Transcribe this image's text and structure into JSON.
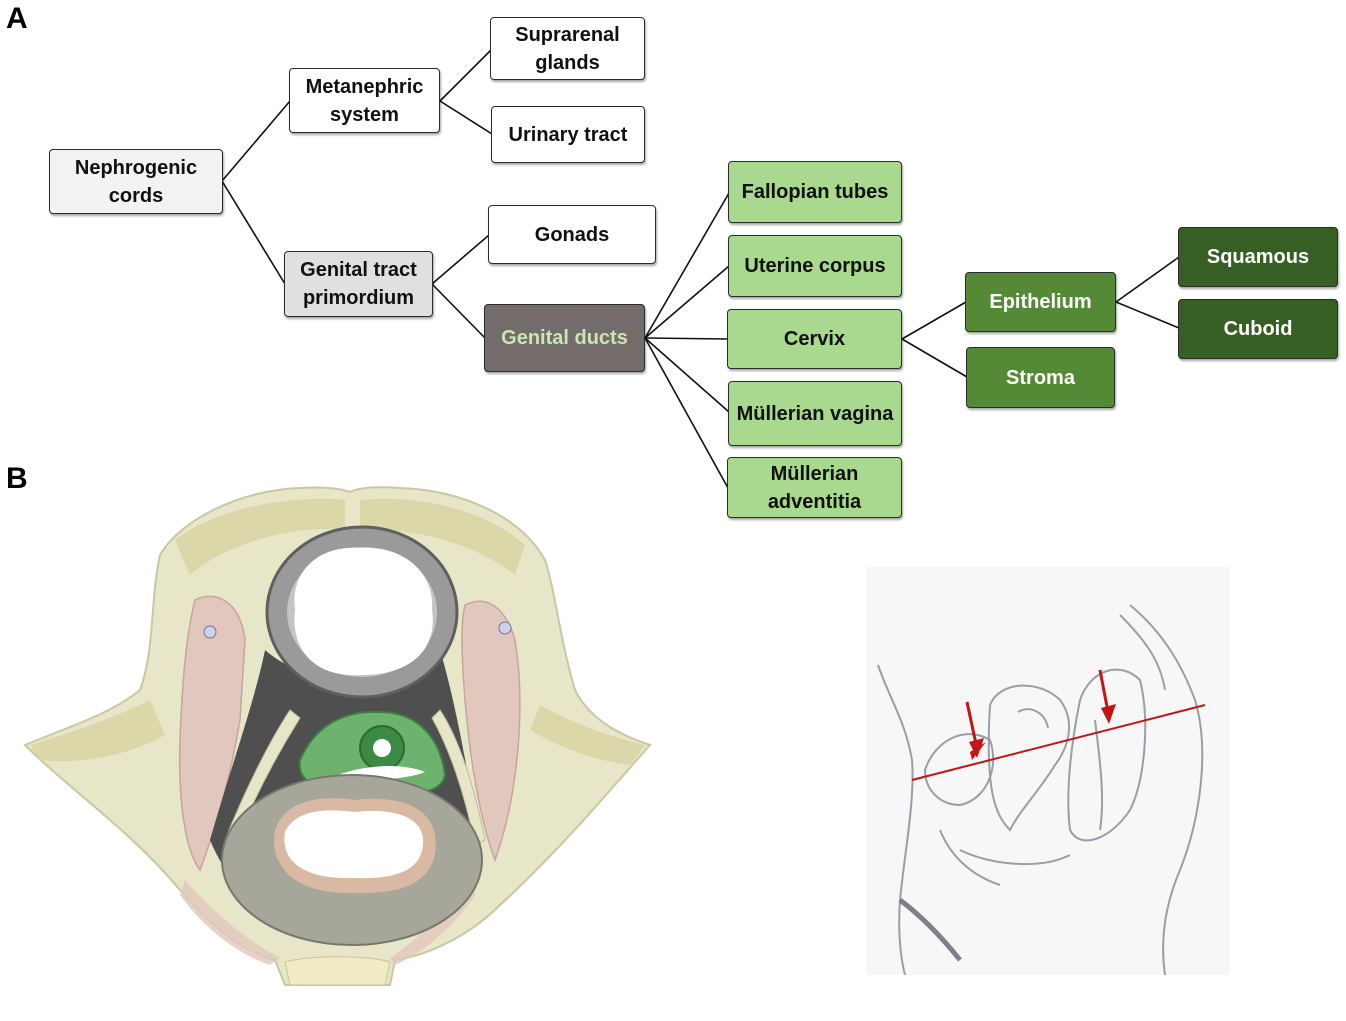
{
  "panels": {
    "a": "A",
    "b": "B"
  },
  "nodes": {
    "nephrogenic_cords": "Nephrogenic cords",
    "metanephric_system": "Metanephric system",
    "suprarenal_glands": "Suprarenal glands",
    "urinary_tract": "Urinary tract",
    "genital_tract_primordium": "Genital tract primordium",
    "gonads": "Gonads",
    "genital_ducts": "Genital ducts",
    "fallopian_tubes": "Fallopian tubes",
    "uterine_corpus": "Uterine corpus",
    "cervix": "Cervix",
    "mullerian_vagina": "Müllerian vagina",
    "mullerian_adventitia": "Müllerian adventitia",
    "epithelium": "Epithelium",
    "stroma": "Stroma",
    "squamous": "Squamous",
    "cuboid": "Cuboid"
  },
  "colors": {
    "node_white": "#ffffff",
    "node_gray": "#e0e0e0",
    "node_dark": "#746b6b",
    "node_lightgreen": "#a9d98f",
    "node_midgreen": "#548a35",
    "node_darkgreen": "#385f23",
    "annotation_red": "#c41414"
  }
}
